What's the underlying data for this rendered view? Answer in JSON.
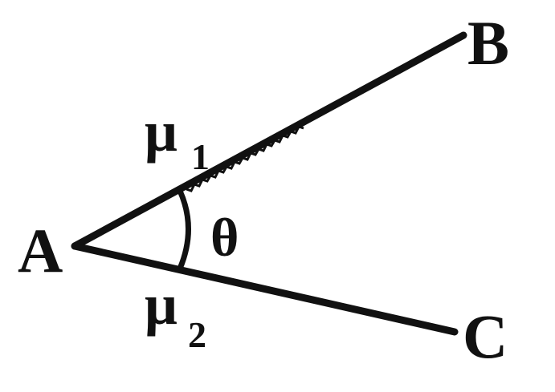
{
  "diagram": {
    "points": {
      "a": "A",
      "b": "B",
      "c": "C"
    },
    "angle_label": "θ",
    "coefficients": [
      {
        "symbol": "μ",
        "subscript": "1"
      },
      {
        "symbol": "μ",
        "subscript": "2"
      }
    ],
    "colors": {
      "ink": "#111111",
      "background": "#ffffff"
    }
  }
}
